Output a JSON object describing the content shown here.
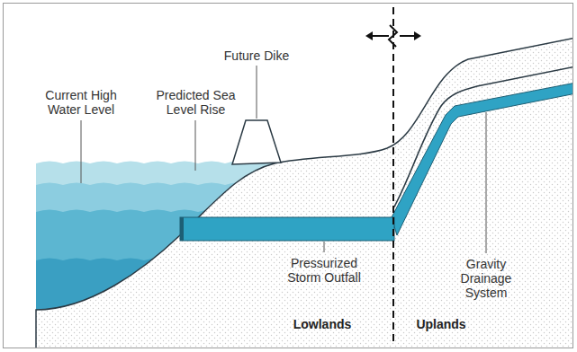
{
  "diagram": {
    "labels": [
      "Current High Water Level",
      "Predicted Sea Level Rise",
      "Future Dike",
      "Pressurized Storm Outfall",
      "Gravity Drainage System",
      "Lowlands",
      "Uplands"
    ]
  }
}
